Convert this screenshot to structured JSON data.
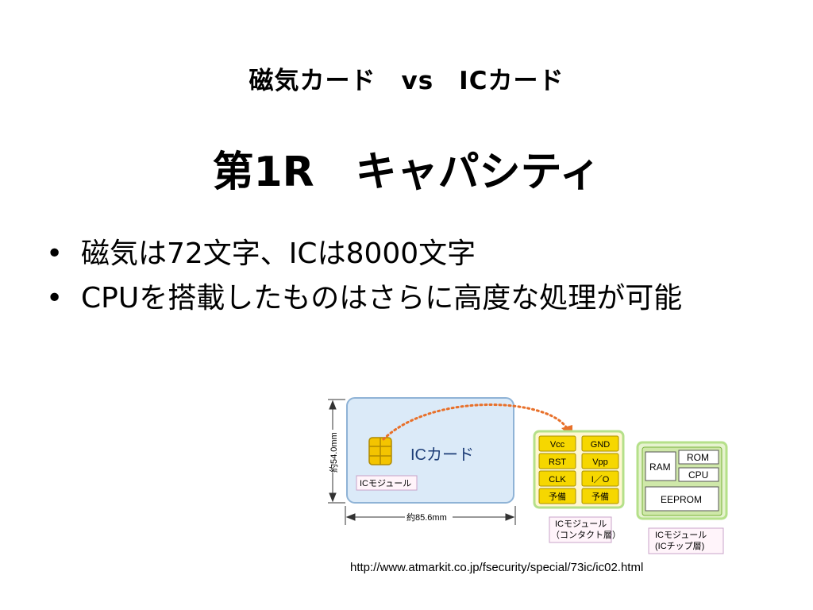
{
  "slide": {
    "subtitle": "磁気カード　vs　ICカード",
    "title": "第1R　キャパシティ",
    "bullets": [
      "磁気は72文字、ICは8000文字",
      "CPUを搭載したものはさらに高度な処理が可能"
    ],
    "bullet_symbol": "•"
  },
  "figure": {
    "card_label": "ICカード",
    "module_label": "ICモジュール",
    "height_dim": "約54.0mm",
    "width_dim": "約85.6mm",
    "contacts": {
      "left": [
        "Vcc",
        "RST",
        "CLK",
        "予備"
      ],
      "right": [
        "GND",
        "Vpp",
        "I／O",
        "予備"
      ]
    },
    "contact_caption_1": "ICモジュール",
    "contact_caption_2": "（コンタクト層）",
    "chip": {
      "ram": "RAM",
      "rom": "ROM",
      "cpu": "CPU",
      "eeprom": "EEPROM"
    },
    "chip_caption_1": "ICモジュール",
    "chip_caption_2": "(ICチップ層)",
    "colors": {
      "card_fill": "#dbeaf8",
      "card_border": "#8fb3d6",
      "contact_fill": "#f6d700",
      "chip_fill": "#cfe8a9",
      "chip_border": "#78b23a",
      "arrow": "#e8702a",
      "caption_border": "#c9a3c9"
    }
  },
  "credit": "http://www.atmarkit.co.jp/fsecurity/special/73ic/ic02.html"
}
